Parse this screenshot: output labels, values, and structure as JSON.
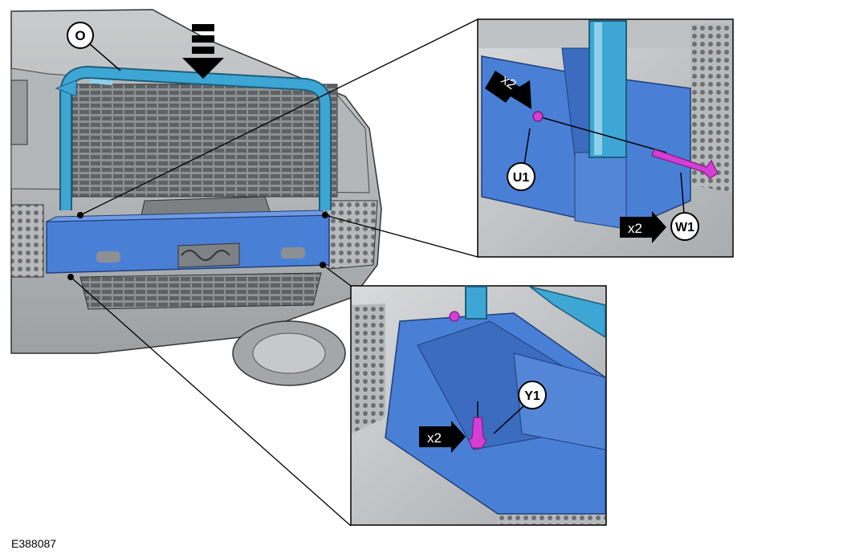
{
  "callouts": {
    "o": "O",
    "u1": "U1",
    "w1": "W1",
    "y1": "Y1"
  },
  "quantity_tags": {
    "u1": "x2",
    "w1": "x2",
    "y1": "x2"
  },
  "figure_reference": "E388087",
  "colors": {
    "vehicle_body": "#d2d4d6",
    "support_frame": "#4a7fd6",
    "lifting_tube": "#3ea6d4",
    "fastener": "#d63ed6",
    "tag_background": "#000000"
  }
}
